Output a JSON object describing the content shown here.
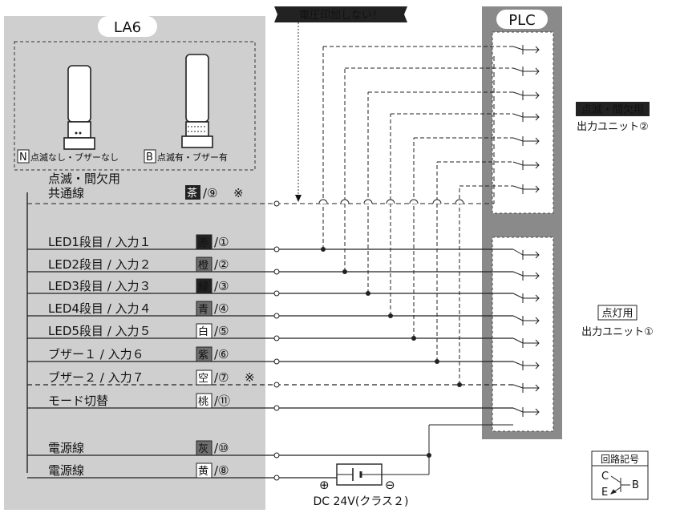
{
  "lamp_title": "LA6",
  "plc_title": "PLC",
  "warning": "電圧印加しない！",
  "lamp_variants": {
    "n_code": "N",
    "n_text": "点滅なし・ブザーなし",
    "b_code": "B",
    "b_text": "点滅有・ブザー有"
  },
  "common_line": {
    "label_1": "点滅・間欠用",
    "label_2": "共通線",
    "color": "茶",
    "pin": "/⑨",
    "note": "※"
  },
  "wires": [
    {
      "label": "LED1段目 / 入力１",
      "color": "赤",
      "pin": "/①",
      "note": ""
    },
    {
      "label": "LED2段目 / 入力２",
      "color": "橙",
      "pin": "/②",
      "note": ""
    },
    {
      "label": "LED3段目 / 入力３",
      "color": "緑",
      "pin": "/③",
      "note": ""
    },
    {
      "label": "LED4段目 / 入力４",
      "color": "青",
      "pin": "/④",
      "note": ""
    },
    {
      "label": "LED5段目 / 入力５",
      "color": "白",
      "pin": "/⑤",
      "note": ""
    },
    {
      "label": "ブザー１ / 入力６",
      "color": "紫",
      "pin": "/⑥",
      "note": ""
    },
    {
      "label": "ブザー２ / 入力７",
      "color": "空",
      "pin": "/⑦",
      "note": "※"
    },
    {
      "label": "モード切替",
      "color": "桃",
      "pin": "/⑪",
      "note": ""
    }
  ],
  "power": [
    {
      "label": "電源線",
      "color": "灰",
      "pin": "/⑩"
    },
    {
      "label": "電源線",
      "color": "黄",
      "pin": "/⑧"
    }
  ],
  "unit2": {
    "title": "点滅・間欠用",
    "subtitle": "出力ユニット②"
  },
  "unit1": {
    "title": "点灯用",
    "subtitle": "出力ユニット①"
  },
  "supply": {
    "plus": "⊕",
    "minus": "⊖",
    "label": "DC 24V(クラス２)"
  },
  "legend": {
    "title": "回路記号",
    "c": "C",
    "b": "B",
    "e": "E"
  },
  "colors": {
    "panel": "#cfcfcf",
    "plc": "#8a8a8a",
    "dark_tag": "#222222",
    "gray_tag": "#6e6e6e"
  }
}
